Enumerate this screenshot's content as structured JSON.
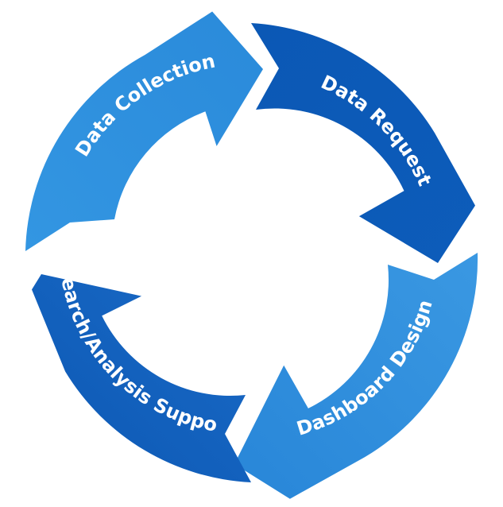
{
  "diagram": {
    "type": "cycle",
    "direction": "clockwise",
    "steps": [
      {
        "label": "Data Request",
        "color": "#0f5fbe"
      },
      {
        "label": "Dashboard Design",
        "color": "#2e8ddc"
      },
      {
        "label": "Research/Analysis Support",
        "color": "#1463c2"
      },
      {
        "label": "Data Collection",
        "color": "#2f8fde"
      }
    ]
  }
}
